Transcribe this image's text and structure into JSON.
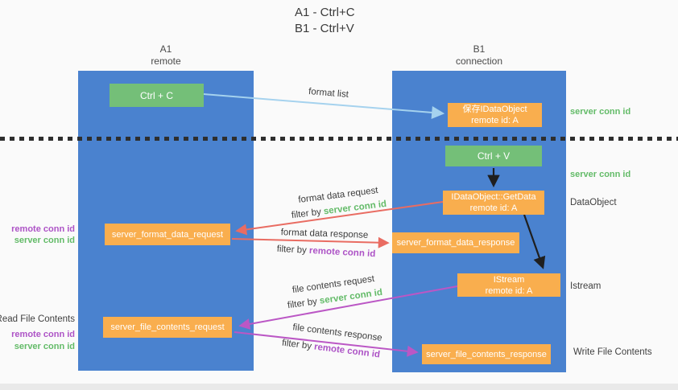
{
  "title": {
    "line1": "A1 - Ctrl+C",
    "line2": "B1 - Ctrl+V"
  },
  "lanes": {
    "a1": {
      "name": "A1",
      "subtitle": "remote"
    },
    "b1": {
      "name": "B1",
      "subtitle": "connection"
    }
  },
  "nodes": {
    "ctrl_c": {
      "label": "Ctrl + C"
    },
    "ctrl_v": {
      "label": "Ctrl + V"
    },
    "save_dataobject": {
      "line1": "保存IDataObject",
      "line2": "remote id: A"
    },
    "getdata": {
      "line1": "IDataObject::GetData",
      "line2": "remote id: A"
    },
    "istream": {
      "line1": "IStream",
      "line2": "remote id: A"
    },
    "format_request": {
      "label": "server_format_data_request"
    },
    "format_response": {
      "label": "server_format_data_response"
    },
    "file_request": {
      "label": "server_file_contents_request"
    },
    "file_response": {
      "label": "server_file_contents_response"
    }
  },
  "arrow_labels": {
    "format_list": "format list",
    "format_data_request": "format data request",
    "format_data_request_filter": {
      "prefix": "filter by ",
      "highlight": "server conn id"
    },
    "format_data_response": "format data response",
    "format_data_response_filter": {
      "prefix": "filter by ",
      "highlight": "remote conn id"
    },
    "file_contents_request": "file contents request",
    "file_contents_request_filter": {
      "prefix": "filter by ",
      "highlight": "server conn id"
    },
    "file_contents_response": "file contents response",
    "file_contents_response_filter": {
      "prefix": "filter by ",
      "highlight": "remote conn id"
    }
  },
  "side_labels": {
    "right_server_conn_id_top": "server conn id",
    "right_server_conn_id_mid": "server conn id",
    "right_dataobject": "DataObject",
    "right_istream": "Istream",
    "right_write_file": "Write File Contents",
    "left_remote_conn_id_top": "remote conn id",
    "left_server_conn_id_top": "server conn id",
    "left_read_file": "Read File Contents",
    "left_remote_conn_id_bottom": "remote conn id",
    "left_server_conn_id_bottom": "server conn id"
  },
  "colors": {
    "lane": "#4a82cf",
    "green": "#74bf78",
    "orange": "#f9ae4e",
    "arrow-blue": "#a5d2ee",
    "arrow-red": "#e96c62",
    "arrow-purple": "#bb57c5",
    "arrow-black": "#1f1f1f",
    "green-text": "#63bb68",
    "purple-text": "#ad53c6"
  }
}
